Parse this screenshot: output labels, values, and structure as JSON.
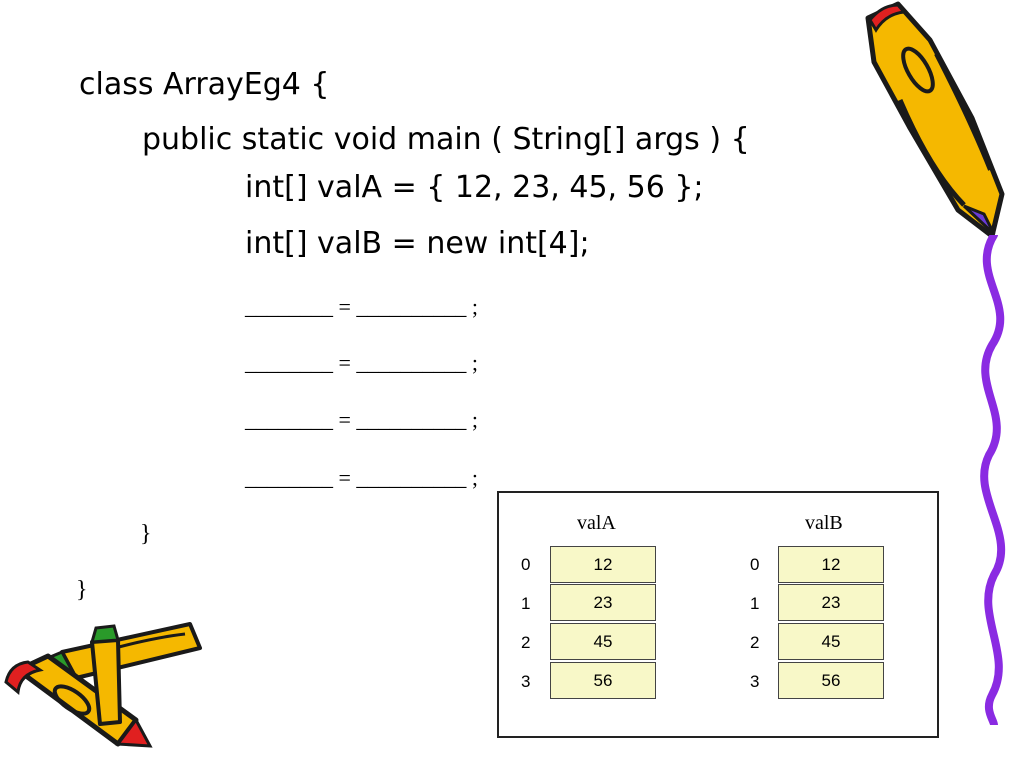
{
  "code": {
    "line1": "class ArrayEg4 {",
    "line2": "public static void main ( String[] args ) {",
    "line3": "int[] valA = { 12, 23, 45, 56 };",
    "line4": "int[] valB = new int[4];",
    "blank_lines": [
      "________ = __________ ;",
      "________ = __________ ;",
      "________ = __________ ;",
      "________ = __________ ;"
    ],
    "close_method": "}",
    "close_class": "}"
  },
  "figure": {
    "arrays": [
      {
        "name": "valA",
        "rows": [
          {
            "index": "0",
            "value": "12"
          },
          {
            "index": "1",
            "value": "23"
          },
          {
            "index": "2",
            "value": "45"
          },
          {
            "index": "3",
            "value": "56"
          }
        ]
      },
      {
        "name": "valB",
        "rows": [
          {
            "index": "0",
            "value": "12"
          },
          {
            "index": "1",
            "value": "23"
          },
          {
            "index": "2",
            "value": "45"
          },
          {
            "index": "3",
            "value": "56"
          }
        ]
      }
    ]
  },
  "colors": {
    "cell_fill": "#f8f8c8",
    "pencil_body": "#f5b800",
    "pencil_outline": "#1a1a1a",
    "squiggle": "#8a2be2"
  }
}
